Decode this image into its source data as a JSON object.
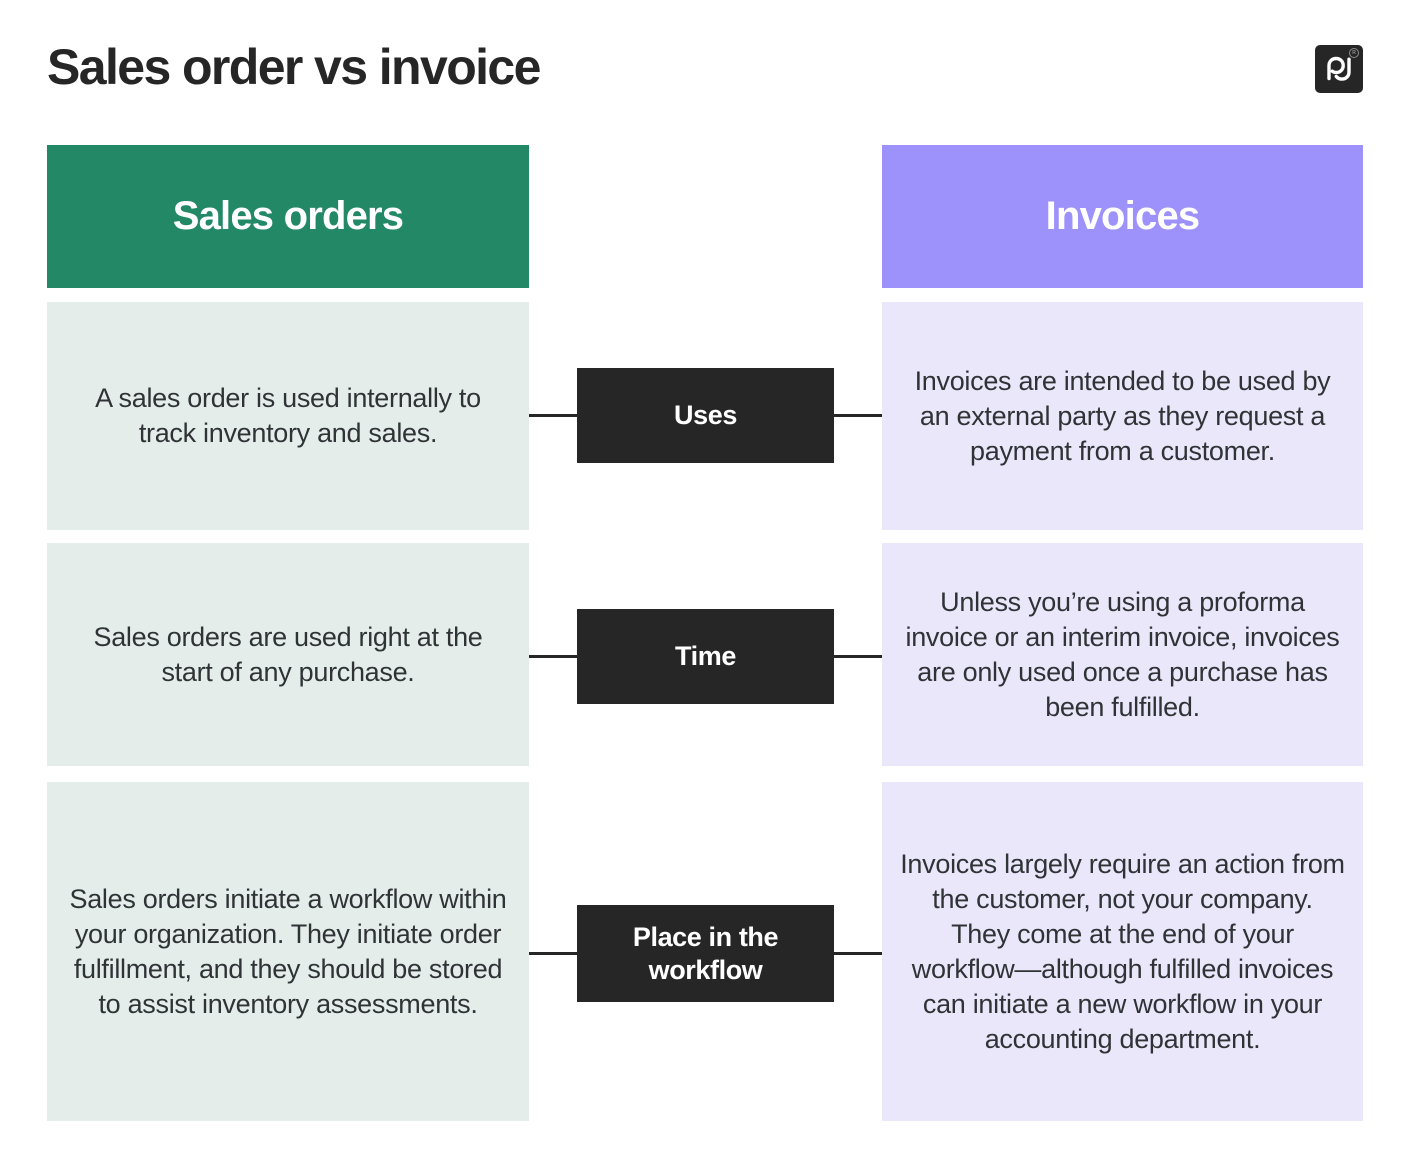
{
  "page": {
    "title": "Sales order vs invoice",
    "logo": {
      "name": "pandadoc-logo",
      "wordmark": "pd",
      "trademark": "R"
    }
  },
  "colors": {
    "left_header_bg": "#238865",
    "right_header_bg": "#9D92FC",
    "left_cell_bg": "#E5EDEA",
    "right_cell_bg": "#EBE7FB",
    "badge_bg": "#262626",
    "text": "#2f3336"
  },
  "columns": {
    "left": {
      "label": "Sales orders"
    },
    "right": {
      "label": "Invoices"
    }
  },
  "rows": [
    {
      "badge": "Uses",
      "left": "A sales order is used internally to track inventory and sales.",
      "right": "Invoices are intended to be used by an external party as they request a payment from a customer."
    },
    {
      "badge": "Time",
      "left": "Sales orders are used right at the start of any purchase.",
      "right": "Unless you’re using a proforma invoice or an interim invoice, invoices are only used once a purchase has been fulfilled."
    },
    {
      "badge": "Place in the workflow",
      "left": "Sales orders initiate a workflow within your organization. They initiate order fulfillment, and they should be stored to assist inventory assessments.",
      "right": "Invoices largely require an action from the customer, not your company. They come at the end of your workflow—although fulfilled invoices can initiate a new workflow in your accounting department."
    }
  ]
}
